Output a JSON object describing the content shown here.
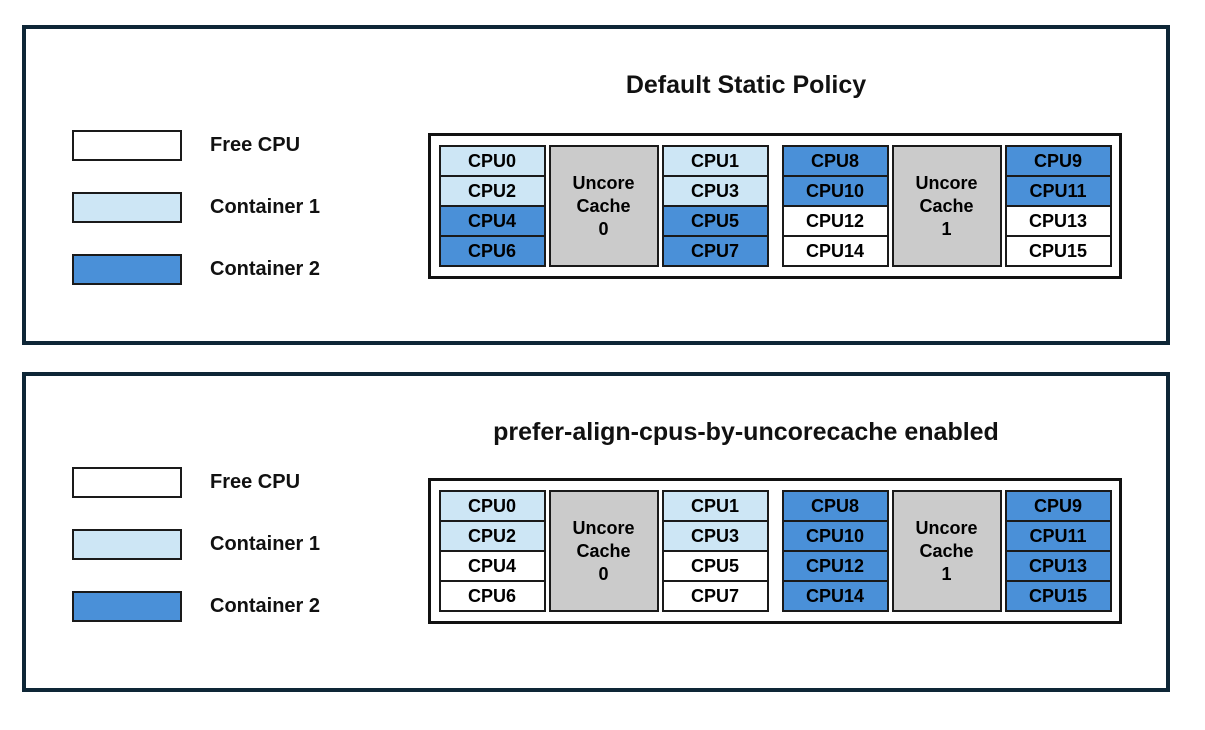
{
  "colors": {
    "free": "#FFFFFF",
    "container1": "#CDE6F5",
    "container2": "#4A90D8",
    "cache": "#CBCBCB",
    "panel_border": "#0E2636",
    "cell_border": "#1A1A1A"
  },
  "legend": {
    "items": [
      {
        "label": "Free CPU",
        "state": "free"
      },
      {
        "label": "Container 1",
        "state": "container1"
      },
      {
        "label": "Container 2",
        "state": "container2"
      }
    ]
  },
  "panels": [
    {
      "title": "Default Static Policy",
      "groups": [
        {
          "cache_lines": [
            "Uncore",
            "Cache",
            "0"
          ],
          "left": [
            {
              "label": "CPU0",
              "state": "container1"
            },
            {
              "label": "CPU2",
              "state": "container1"
            },
            {
              "label": "CPU4",
              "state": "container2"
            },
            {
              "label": "CPU6",
              "state": "container2"
            }
          ],
          "right": [
            {
              "label": "CPU1",
              "state": "container1"
            },
            {
              "label": "CPU3",
              "state": "container1"
            },
            {
              "label": "CPU5",
              "state": "container2"
            },
            {
              "label": "CPU7",
              "state": "container2"
            }
          ]
        },
        {
          "cache_lines": [
            "Uncore",
            "Cache",
            "1"
          ],
          "left": [
            {
              "label": "CPU8",
              "state": "container2"
            },
            {
              "label": "CPU10",
              "state": "container2"
            },
            {
              "label": "CPU12",
              "state": "free"
            },
            {
              "label": "CPU14",
              "state": "free"
            }
          ],
          "right": [
            {
              "label": "CPU9",
              "state": "container2"
            },
            {
              "label": "CPU11",
              "state": "container2"
            },
            {
              "label": "CPU13",
              "state": "free"
            },
            {
              "label": "CPU15",
              "state": "free"
            }
          ]
        }
      ]
    },
    {
      "title": "prefer-align-cpus-by-uncorecache enabled",
      "groups": [
        {
          "cache_lines": [
            "Uncore",
            "Cache",
            "0"
          ],
          "left": [
            {
              "label": "CPU0",
              "state": "container1"
            },
            {
              "label": "CPU2",
              "state": "container1"
            },
            {
              "label": "CPU4",
              "state": "free"
            },
            {
              "label": "CPU6",
              "state": "free"
            }
          ],
          "right": [
            {
              "label": "CPU1",
              "state": "container1"
            },
            {
              "label": "CPU3",
              "state": "container1"
            },
            {
              "label": "CPU5",
              "state": "free"
            },
            {
              "label": "CPU7",
              "state": "free"
            }
          ]
        },
        {
          "cache_lines": [
            "Uncore",
            "Cache",
            "1"
          ],
          "left": [
            {
              "label": "CPU8",
              "state": "container2"
            },
            {
              "label": "CPU10",
              "state": "container2"
            },
            {
              "label": "CPU12",
              "state": "container2"
            },
            {
              "label": "CPU14",
              "state": "container2"
            }
          ],
          "right": [
            {
              "label": "CPU9",
              "state": "container2"
            },
            {
              "label": "CPU11",
              "state": "container2"
            },
            {
              "label": "CPU13",
              "state": "container2"
            },
            {
              "label": "CPU15",
              "state": "container2"
            }
          ]
        }
      ]
    }
  ]
}
